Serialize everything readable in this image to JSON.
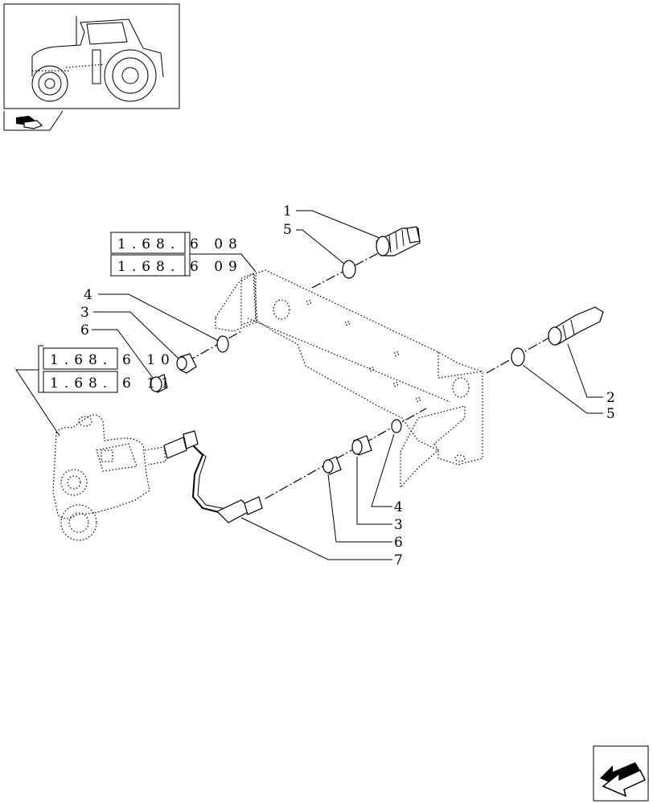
{
  "thumbnail": {
    "icon": "tractor-icon"
  },
  "nav": {
    "section_icon": "section-arrow-icon",
    "next_icon": "next-page-arrow-icon"
  },
  "references": [
    {
      "box": "1.68.",
      "suffix": "6 08"
    },
    {
      "box": "1.68.",
      "suffix": "6 09"
    },
    {
      "box": "1.68.",
      "suffix": "6 10"
    },
    {
      "box": "1.68.",
      "suffix": "6 11"
    }
  ],
  "callouts": {
    "c1": "1",
    "c5_top": "5",
    "c4_left": "4",
    "c3_left": "3",
    "c6_left": "6",
    "c2_right": "2",
    "c5_right": "5",
    "c4_bottom": "4",
    "c3_bottom": "3",
    "c6_bottom": "6",
    "c7_bottom": "7"
  }
}
